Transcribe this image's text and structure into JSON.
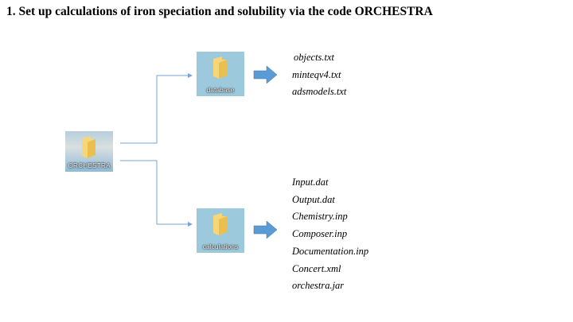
{
  "title": "1. Set up calculations of iron speciation and solubility via the code ORCHESTRA",
  "folders": {
    "root": "ORCHESTRA",
    "database": "database",
    "calculations": "calculations"
  },
  "database_files": [
    "objects.txt",
    "minteqv4.txt",
    "adsmodels.txt"
  ],
  "calculation_files": [
    "Input.dat",
    "Output.dat",
    "Chemistry.inp",
    "Composer.inp",
    "Documentation.inp",
    "Concert.xml",
    "orchestra.jar"
  ],
  "colors": {
    "connector": "#7aa6d6",
    "arrow": "#5b9bd5",
    "folder_bg": "#9cc9dc"
  }
}
